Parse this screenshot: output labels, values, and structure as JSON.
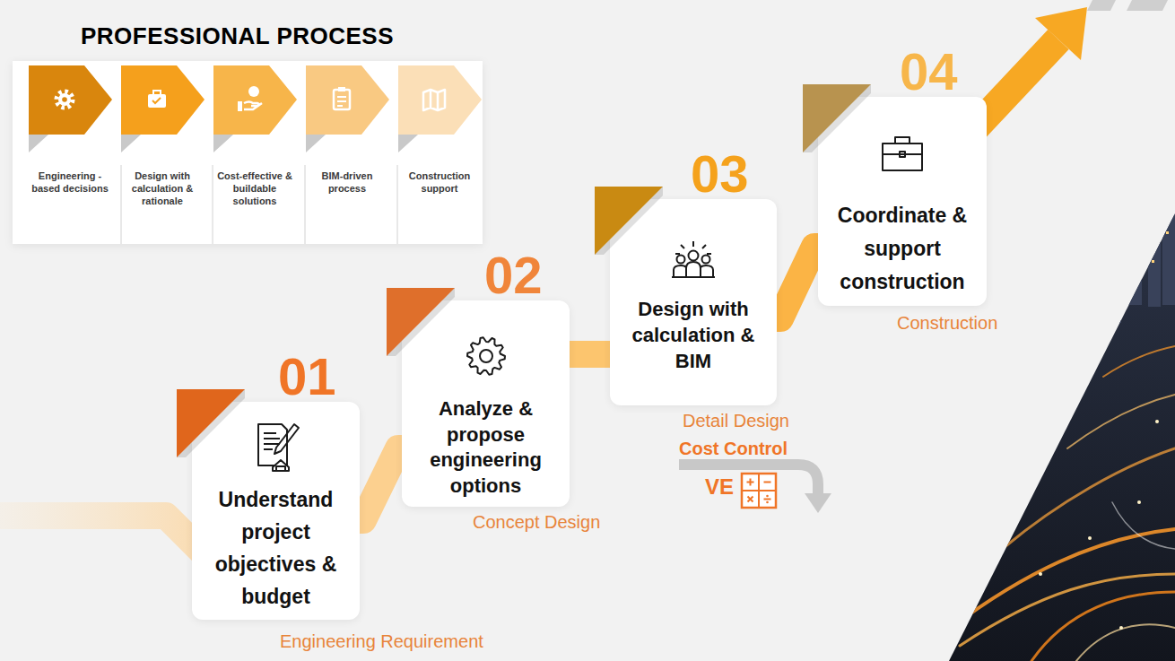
{
  "diagram": {
    "title": "PROFESSIONAL PROCESS",
    "nodes": [
      {
        "text": [
          "Engineering - based decisions"
        ]
      },
      {
        "text": [
          "Design with calculation & rationale"
        ]
      },
      {
        "text": [
          "Cost-effective & buildable solutions"
        ]
      },
      {
        "text": [
          "BIM-driven process"
        ]
      },
      {
        "text": [
          "Construction support"
        ]
      },
      {
        "text": [
          "01",
          "Understand project objectives & budget",
          "Engineering Requirement"
        ]
      },
      {
        "text": [
          "02",
          "Analyze & propose engineering options",
          "Concept Design"
        ]
      },
      {
        "text": [
          "03",
          "Design with calculation & BIM",
          "Detail Design"
        ]
      },
      {
        "text": [
          "04",
          "Coordinate & support construction",
          "Construction"
        ]
      }
    ],
    "edges": [
      {
        "from": 5,
        "to": 6,
        "arrow": "none"
      },
      {
        "from": 6,
        "to": 7,
        "arrow": "none"
      },
      {
        "from": 7,
        "to": 8,
        "arrow": "none"
      }
    ],
    "labels": [
      "Cost Control",
      "VE"
    ]
  }
}
